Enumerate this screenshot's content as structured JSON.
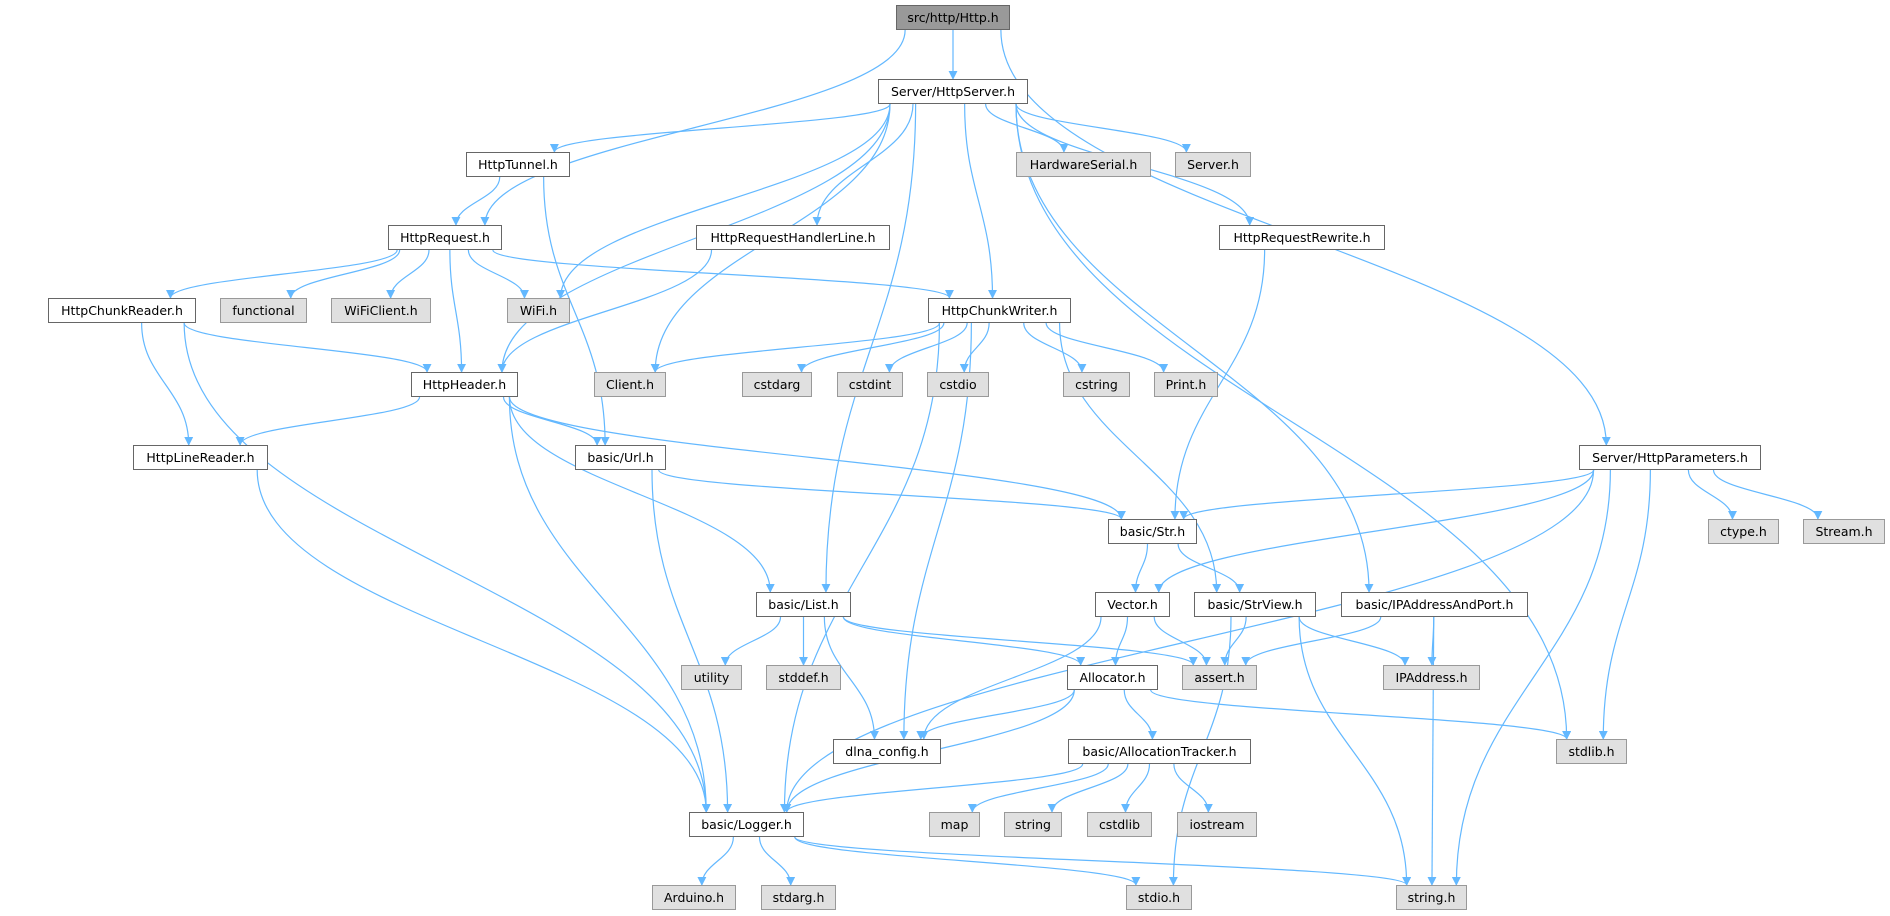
{
  "colors": {
    "edge": "#63b8ff",
    "root_fill": "#999999",
    "external_fill": "#e0e0e0",
    "node_border": "#666666"
  },
  "nodes": [
    {
      "label": "src/http/Http.h",
      "root": true
    },
    {
      "label": "Server/HttpServer.h"
    },
    {
      "label": "HttpTunnel.h"
    },
    {
      "label": "HardwareSerial.h",
      "external": true
    },
    {
      "label": "Server.h",
      "external": true
    },
    {
      "label": "HttpRequest.h"
    },
    {
      "label": "HttpRequestHandlerLine.h"
    },
    {
      "label": "HttpRequestRewrite.h"
    },
    {
      "label": "HttpChunkReader.h"
    },
    {
      "label": "functional",
      "external": true
    },
    {
      "label": "WiFiClient.h",
      "external": true
    },
    {
      "label": "WiFi.h",
      "external": true
    },
    {
      "label": "HttpChunkWriter.h"
    },
    {
      "label": "HttpHeader.h"
    },
    {
      "label": "Client.h",
      "external": true
    },
    {
      "label": "cstdarg",
      "external": true
    },
    {
      "label": "cstdint",
      "external": true
    },
    {
      "label": "cstdio",
      "external": true
    },
    {
      "label": "cstring",
      "external": true
    },
    {
      "label": "Print.h",
      "external": true
    },
    {
      "label": "HttpLineReader.h"
    },
    {
      "label": "basic/Url.h"
    },
    {
      "label": "Server/HttpParameters.h"
    },
    {
      "label": "basic/Str.h"
    },
    {
      "label": "ctype.h",
      "external": true
    },
    {
      "label": "Stream.h",
      "external": true
    },
    {
      "label": "basic/List.h"
    },
    {
      "label": "Vector.h"
    },
    {
      "label": "basic/StrView.h"
    },
    {
      "label": "basic/IPAddressAndPort.h"
    },
    {
      "label": "utility",
      "external": true
    },
    {
      "label": "stddef.h",
      "external": true
    },
    {
      "label": "Allocator.h"
    },
    {
      "label": "assert.h",
      "external": true
    },
    {
      "label": "IPAddress.h",
      "external": true
    },
    {
      "label": "dlna_config.h"
    },
    {
      "label": "basic/AllocationTracker.h"
    },
    {
      "label": "stdlib.h",
      "external": true
    },
    {
      "label": "basic/Logger.h"
    },
    {
      "label": "map",
      "external": true
    },
    {
      "label": "string",
      "external": true
    },
    {
      "label": "cstdlib",
      "external": true
    },
    {
      "label": "iostream",
      "external": true
    },
    {
      "label": "Arduino.h",
      "external": true
    },
    {
      "label": "stdarg.h",
      "external": true
    },
    {
      "label": "stdio.h",
      "external": true
    },
    {
      "label": "string.h",
      "external": true
    }
  ],
  "edges": [
    [
      "src/http/Http.h",
      "Server/HttpServer.h"
    ],
    [
      "src/http/Http.h",
      "HttpRequest.h"
    ],
    [
      "src/http/Http.h",
      "Server/HttpParameters.h"
    ],
    [
      "Server/HttpServer.h",
      "HttpTunnel.h"
    ],
    [
      "Server/HttpServer.h",
      "basic/List.h"
    ],
    [
      "Server/HttpServer.h",
      "WiFi.h"
    ],
    [
      "Server/HttpServer.h",
      "HttpHeader.h"
    ],
    [
      "Server/HttpServer.h",
      "HttpRequestHandlerLine.h"
    ],
    [
      "Server/HttpServer.h",
      "Client.h"
    ],
    [
      "Server/HttpServer.h",
      "HttpChunkWriter.h"
    ],
    [
      "Server/HttpServer.h",
      "HardwareSerial.h"
    ],
    [
      "Server/HttpServer.h",
      "Server.h"
    ],
    [
      "Server/HttpServer.h",
      "HttpRequestRewrite.h"
    ],
    [
      "Server/HttpServer.h",
      "basic/IPAddressAndPort.h"
    ],
    [
      "Server/HttpServer.h",
      "stdlib.h"
    ],
    [
      "HttpTunnel.h",
      "HttpRequest.h"
    ],
    [
      "HttpTunnel.h",
      "basic/Url.h"
    ],
    [
      "HttpRequest.h",
      "HttpChunkReader.h"
    ],
    [
      "HttpRequest.h",
      "functional"
    ],
    [
      "HttpRequest.h",
      "WiFiClient.h"
    ],
    [
      "HttpRequest.h",
      "WiFi.h"
    ],
    [
      "HttpRequest.h",
      "HttpHeader.h"
    ],
    [
      "HttpRequest.h",
      "HttpChunkWriter.h"
    ],
    [
      "HttpChunkReader.h",
      "HttpHeader.h"
    ],
    [
      "HttpChunkReader.h",
      "HttpLineReader.h"
    ],
    [
      "HttpChunkReader.h",
      "basic/Logger.h"
    ],
    [
      "HttpRequestHandlerLine.h",
      "HttpHeader.h"
    ],
    [
      "HttpRequestRewrite.h",
      "basic/Str.h"
    ],
    [
      "HttpChunkWriter.h",
      "Client.h"
    ],
    [
      "HttpChunkWriter.h",
      "cstdarg"
    ],
    [
      "HttpChunkWriter.h",
      "cstdint"
    ],
    [
      "HttpChunkWriter.h",
      "cstdio"
    ],
    [
      "HttpChunkWriter.h",
      "cstring"
    ],
    [
      "HttpChunkWriter.h",
      "Print.h"
    ],
    [
      "HttpChunkWriter.h",
      "basic/Logger.h"
    ],
    [
      "HttpChunkWriter.h",
      "dlna_config.h"
    ],
    [
      "HttpChunkWriter.h",
      "basic/StrView.h"
    ],
    [
      "HttpHeader.h",
      "HttpLineReader.h"
    ],
    [
      "HttpHeader.h",
      "basic/Url.h"
    ],
    [
      "HttpHeader.h",
      "basic/Str.h"
    ],
    [
      "HttpHeader.h",
      "basic/List.h"
    ],
    [
      "HttpHeader.h",
      "basic/Logger.h"
    ],
    [
      "HttpLineReader.h",
      "basic/Logger.h"
    ],
    [
      "basic/Url.h",
      "basic/Str.h"
    ],
    [
      "basic/Url.h",
      "basic/Logger.h"
    ],
    [
      "basic/Str.h",
      "Vector.h"
    ],
    [
      "basic/Str.h",
      "basic/StrView.h"
    ],
    [
      "Server/HttpParameters.h",
      "basic/Str.h"
    ],
    [
      "Server/HttpParameters.h",
      "Vector.h"
    ],
    [
      "Server/HttpParameters.h",
      "basic/Logger.h"
    ],
    [
      "Server/HttpParameters.h",
      "stdlib.h"
    ],
    [
      "Server/HttpParameters.h",
      "string.h"
    ],
    [
      "Server/HttpParameters.h",
      "ctype.h"
    ],
    [
      "Server/HttpParameters.h",
      "Stream.h"
    ],
    [
      "basic/List.h",
      "utility"
    ],
    [
      "basic/List.h",
      "stddef.h"
    ],
    [
      "basic/List.h",
      "dlna_config.h"
    ],
    [
      "basic/List.h",
      "Allocator.h"
    ],
    [
      "basic/List.h",
      "assert.h"
    ],
    [
      "Vector.h",
      "Allocator.h"
    ],
    [
      "Vector.h",
      "assert.h"
    ],
    [
      "Vector.h",
      "dlna_config.h"
    ],
    [
      "basic/StrView.h",
      "assert.h"
    ],
    [
      "basic/StrView.h",
      "IPAddress.h"
    ],
    [
      "basic/StrView.h",
      "string.h"
    ],
    [
      "basic/StrView.h",
      "stdio.h"
    ],
    [
      "basic/IPAddressAndPort.h",
      "assert.h"
    ],
    [
      "basic/IPAddressAndPort.h",
      "IPAddress.h"
    ],
    [
      "basic/IPAddressAndPort.h",
      "string.h"
    ],
    [
      "Allocator.h",
      "dlna_config.h"
    ],
    [
      "Allocator.h",
      "basic/Logger.h"
    ],
    [
      "Allocator.h",
      "basic/AllocationTracker.h"
    ],
    [
      "Allocator.h",
      "stdlib.h"
    ],
    [
      "basic/AllocationTracker.h",
      "basic/Logger.h"
    ],
    [
      "basic/AllocationTracker.h",
      "map"
    ],
    [
      "basic/AllocationTracker.h",
      "string"
    ],
    [
      "basic/AllocationTracker.h",
      "cstdlib"
    ],
    [
      "basic/AllocationTracker.h",
      "iostream"
    ],
    [
      "basic/Logger.h",
      "Arduino.h"
    ],
    [
      "basic/Logger.h",
      "stdarg.h"
    ],
    [
      "basic/Logger.h",
      "stdio.h"
    ],
    [
      "basic/Logger.h",
      "string.h"
    ]
  ]
}
